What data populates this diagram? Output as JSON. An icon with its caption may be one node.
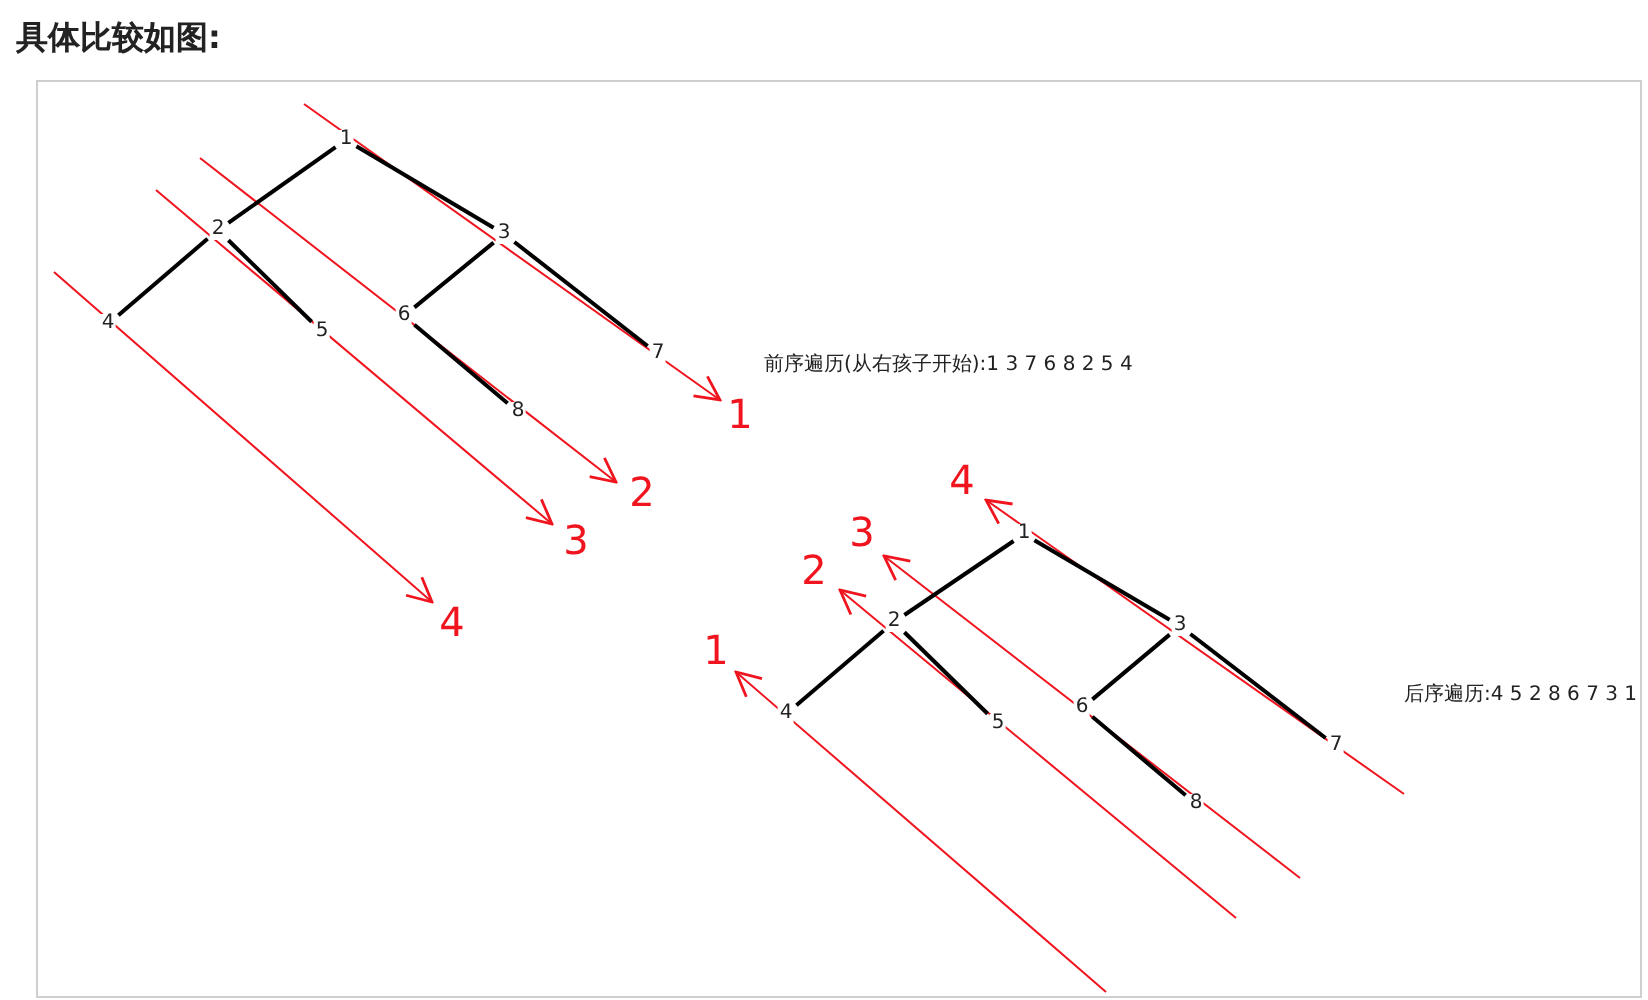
{
  "diagram": {
    "title": "具体比较如图:",
    "nodes": [
      {
        "text": [
          "1"
        ]
      },
      {
        "text": [
          "2"
        ]
      },
      {
        "text": [
          "3"
        ]
      },
      {
        "text": [
          "4"
        ]
      },
      {
        "text": [
          "5"
        ]
      },
      {
        "text": [
          "6"
        ]
      },
      {
        "text": [
          "7"
        ]
      },
      {
        "text": [
          "8"
        ]
      },
      {
        "text": [
          "1"
        ]
      },
      {
        "text": [
          "2"
        ]
      },
      {
        "text": [
          "3"
        ]
      },
      {
        "text": [
          "4"
        ]
      },
      {
        "text": [
          "5"
        ]
      },
      {
        "text": [
          "6"
        ]
      },
      {
        "text": [
          "7"
        ]
      },
      {
        "text": [
          "8"
        ]
      }
    ],
    "edges": [
      {
        "from": 0,
        "to": 1,
        "arrow": "none"
      },
      {
        "from": 0,
        "to": 2,
        "arrow": "none"
      },
      {
        "from": 1,
        "to": 3,
        "arrow": "none"
      },
      {
        "from": 1,
        "to": 4,
        "arrow": "none"
      },
      {
        "from": 2,
        "to": 5,
        "arrow": "none"
      },
      {
        "from": 2,
        "to": 6,
        "arrow": "none"
      },
      {
        "from": 5,
        "to": 7,
        "arrow": "none"
      },
      {
        "from": 8,
        "to": 9,
        "arrow": "none"
      },
      {
        "from": 8,
        "to": 10,
        "arrow": "none"
      },
      {
        "from": 9,
        "to": 11,
        "arrow": "none"
      },
      {
        "from": 9,
        "to": 12,
        "arrow": "none"
      },
      {
        "from": 10,
        "to": 13,
        "arrow": "none"
      },
      {
        "from": 10,
        "to": 14,
        "arrow": "none"
      },
      {
        "from": 13,
        "to": 15,
        "arrow": "none"
      }
    ],
    "labels": [
      "1",
      "2",
      "3",
      "4",
      "前序遍历(从右孩子开始):1 3 7 6 8 2 5 4",
      "4",
      "3",
      "2",
      "1",
      "后序遍历:4 5 2 8 6 7 3 1"
    ]
  }
}
